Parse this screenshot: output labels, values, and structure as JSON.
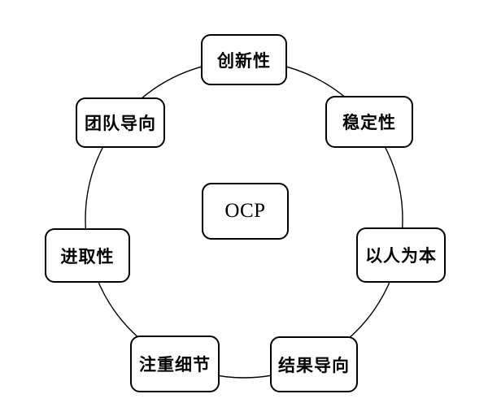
{
  "diagram": {
    "center_node": {
      "label": "OCP"
    },
    "nodes": [
      {
        "label": "创新性",
        "position": "top"
      },
      {
        "label": "稳定性",
        "position": "upper-right"
      },
      {
        "label": "以人为本",
        "position": "right"
      },
      {
        "label": "结果导向",
        "position": "bottom-right"
      },
      {
        "label": "注重细节",
        "position": "bottom-left"
      },
      {
        "label": "进取性",
        "position": "left"
      },
      {
        "label": "团队导向",
        "position": "upper-left"
      }
    ],
    "colors": {
      "line": "#000000",
      "box_border": "#000000",
      "box_fill": "#ffffff",
      "background": "#ffffff"
    }
  }
}
